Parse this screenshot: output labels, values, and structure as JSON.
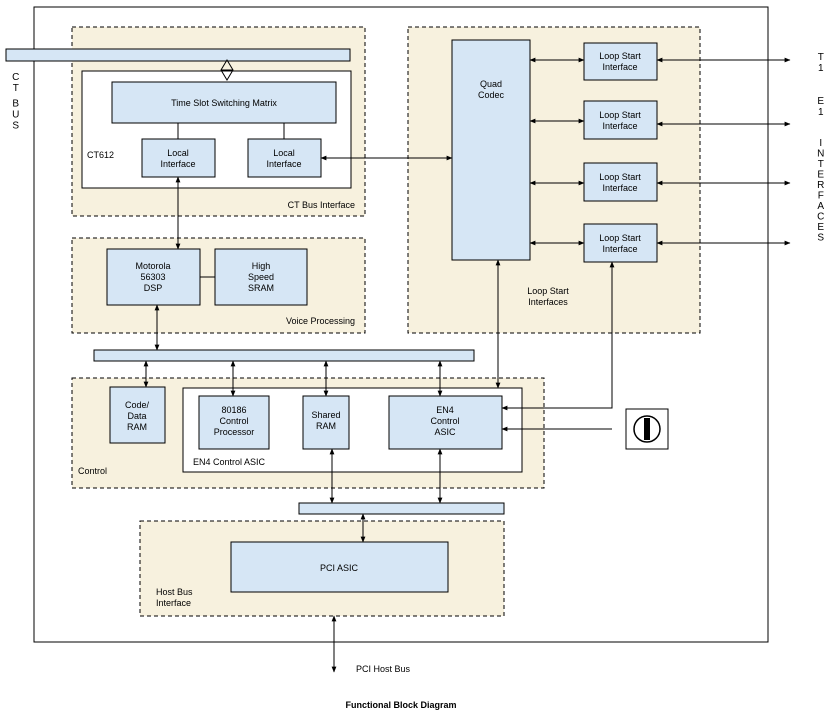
{
  "title": "Functional Block Diagram",
  "ct_bus_label": "CT BUS",
  "t1_label": "T1",
  "e1_label": "E1",
  "interfaces_label": "INTERFACES",
  "pci_host_bus": "PCI Host Bus",
  "groups": {
    "ct_bus_interface": "CT Bus Interface",
    "voice_processing": "Voice Processing",
    "loop_start_interfaces": [
      "Loop Start",
      "Interfaces"
    ],
    "control": "Control",
    "host_bus_interface": [
      "Host Bus",
      "Interface"
    ]
  },
  "inner": {
    "ct612": "CT612",
    "en4_control_asic": "EN4 Control ASIC"
  },
  "blocks": {
    "tssm": "Time Slot Switching Matrix",
    "local_interface_1": [
      "Local",
      "Interface"
    ],
    "local_interface_2": [
      "Local",
      "Interface"
    ],
    "dsp": [
      "Motorola",
      "56303",
      "DSP"
    ],
    "sram": [
      "High",
      "Speed",
      "SRAM"
    ],
    "quad_codec": [
      "Quad",
      "Codec"
    ],
    "loop_start_1": [
      "Loop Start",
      "Interface"
    ],
    "loop_start_2": [
      "Loop Start",
      "Interface"
    ],
    "loop_start_3": [
      "Loop Start",
      "Interface"
    ],
    "loop_start_4": [
      "Loop Start",
      "Interface"
    ],
    "code_data_ram": [
      "Code/",
      "Data",
      "RAM"
    ],
    "control_processor": [
      "80186",
      "Control",
      "Processor"
    ],
    "shared_ram": [
      "Shared",
      "RAM"
    ],
    "en4_control": [
      "EN4",
      "Control",
      "ASIC"
    ],
    "pci_asic": "PCI ASIC"
  }
}
